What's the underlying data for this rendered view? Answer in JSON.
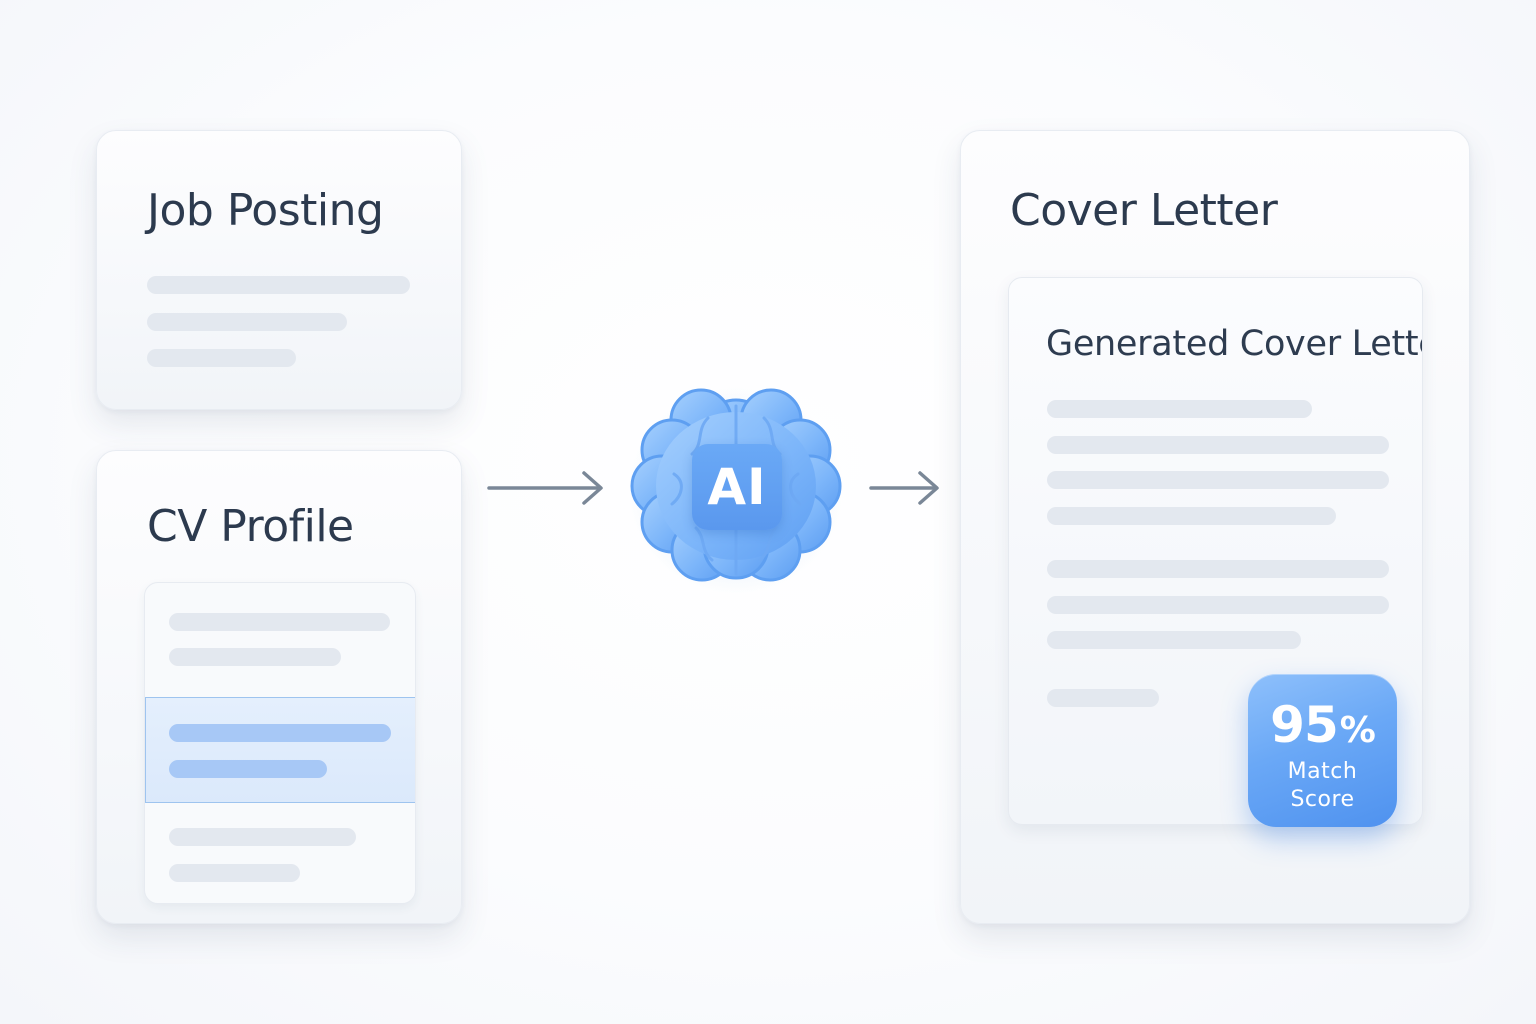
{
  "job_posting": {
    "title": "Job Posting"
  },
  "cv_profile": {
    "title": "CV Profile"
  },
  "ai": {
    "label": "AI",
    "color": "#5b9cf0"
  },
  "cover_letter": {
    "title": "Cover Letter",
    "document_title": "Generated Cover Letter"
  },
  "match_score": {
    "value": "95",
    "unit": "%",
    "label_line1": "Match",
    "label_line2": "Score"
  },
  "colors": {
    "text": "#2c3a4e",
    "placeholder": "#e3e8ef",
    "highlight": "#a7c8f6",
    "accent": "#5b9cf0",
    "arrow": "#7a8797"
  }
}
